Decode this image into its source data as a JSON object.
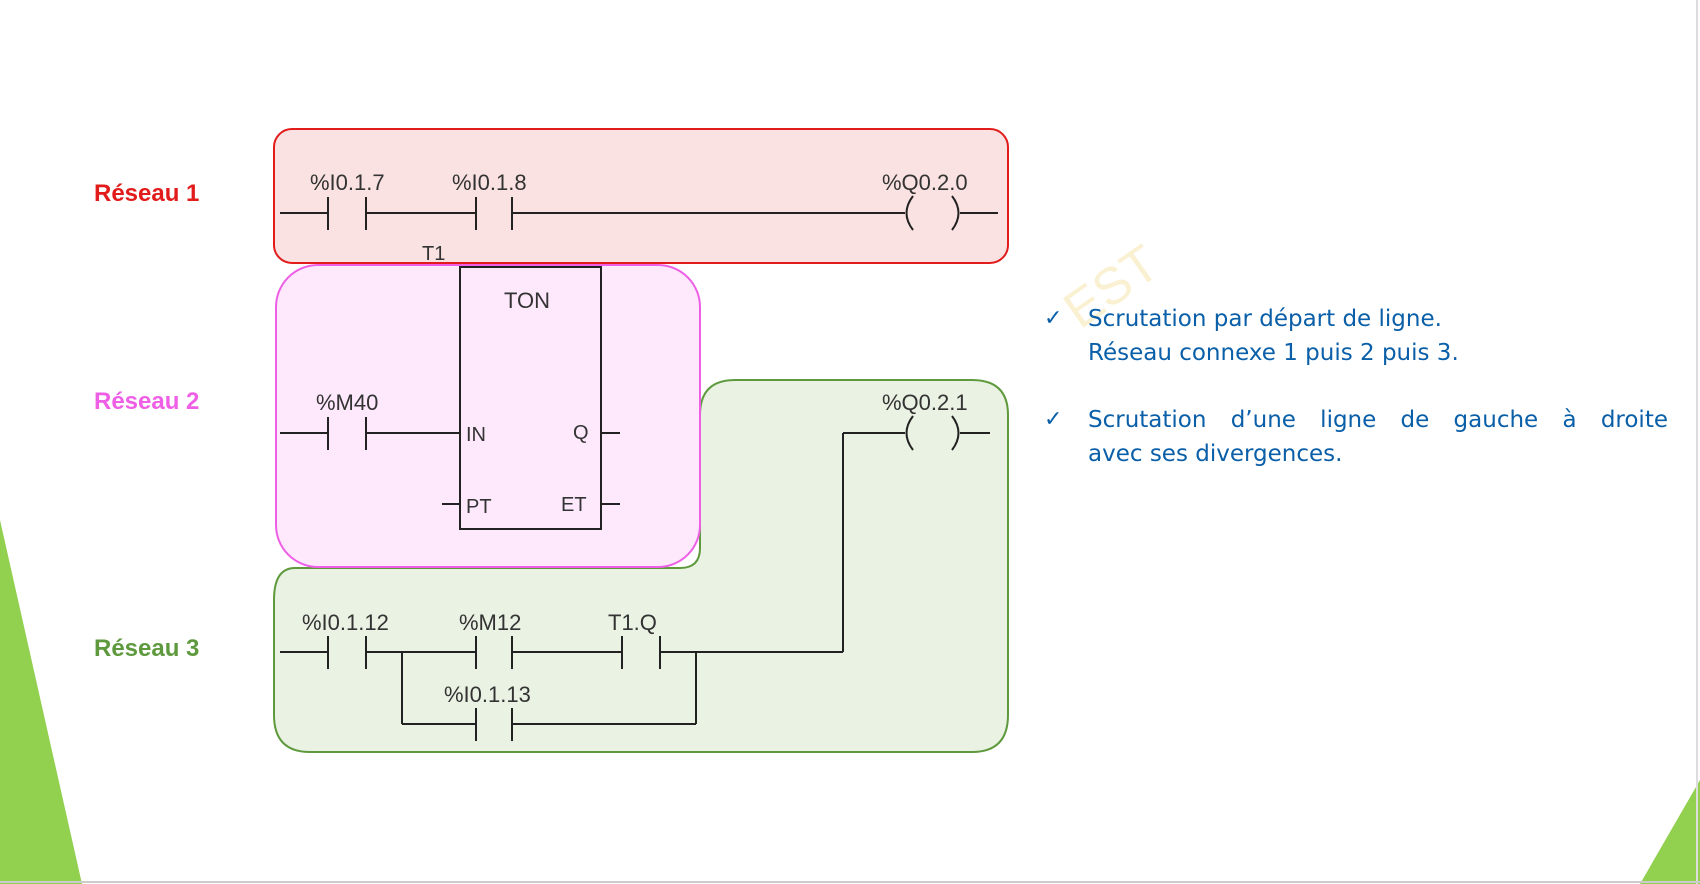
{
  "networks": [
    {
      "label": "Réseau 1",
      "color": "#e21b1b"
    },
    {
      "label": "Réseau 2",
      "color": "#ee5fe6"
    },
    {
      "label": "Réseau 3",
      "color": "#5e9a3d"
    }
  ],
  "rung1": {
    "contact1": "%I0.1.7",
    "contact2": "%I0.1.8",
    "coil": "%Q0.2.0"
  },
  "rung2": {
    "contact": "%M40",
    "timer_name": "T1",
    "timer_type": "TON",
    "pin_in": "IN",
    "pin_q": "Q",
    "pin_pt": "PT",
    "pin_et": "ET",
    "coil": "%Q0.2.1"
  },
  "rung3": {
    "contact1": "%I0.1.12",
    "contact2": "%M12",
    "contact3": "T1.Q",
    "contact_parallel": "%I0.1.13"
  },
  "watermark": "EST",
  "bullets": [
    {
      "lines": [
        "Scrutation par départ de ligne.",
        "Réseau connexe 1 puis 2 puis 3."
      ]
    },
    {
      "lines": [
        "Scrutation d’une ligne de gauche à droite",
        "avec ses divergences."
      ]
    }
  ],
  "colors": {
    "text_blue": "#0a5fa8",
    "accent_green": "#92d050",
    "wire": "#222222"
  }
}
